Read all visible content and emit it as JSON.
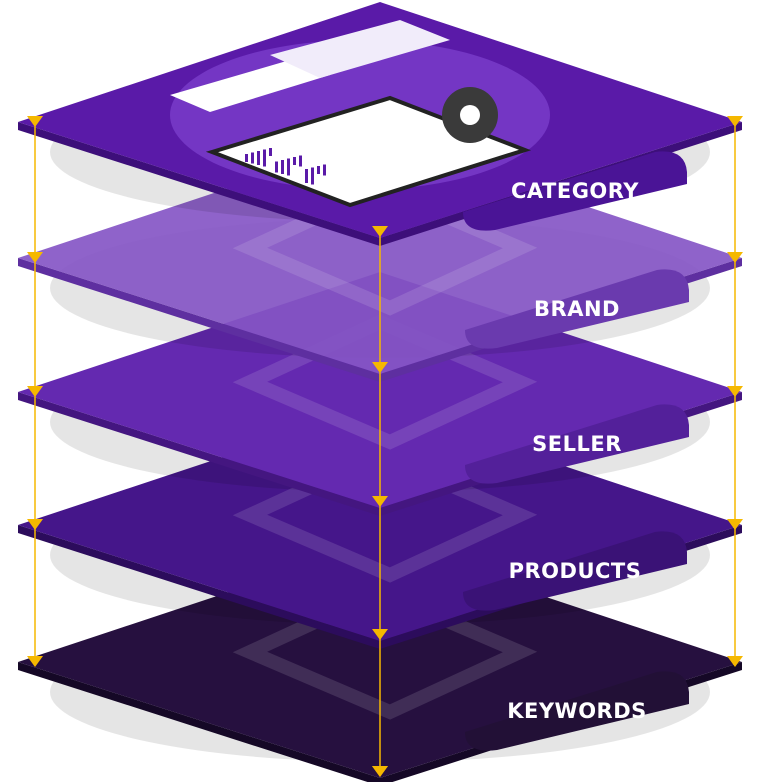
{
  "layers": [
    {
      "label": "CATEGORY",
      "color": "#5a1aa8",
      "edge": "#3d0f7a",
      "tab": "#4a1496"
    },
    {
      "label": "BRAND",
      "color": "#8556c6",
      "edge": "#5e2fa0",
      "tab": "#6a3aae"
    },
    {
      "label": "SELLER",
      "color": "#6429b0",
      "edge": "#441680",
      "tab": "#53209a"
    },
    {
      "label": "PRODUCTS",
      "color": "#45168a",
      "edge": "#2c0c5c",
      "tab": "#3a1276"
    },
    {
      "label": "KEYWORDS",
      "color": "#26103f",
      "edge": "#150826",
      "tab": "#221036"
    }
  ],
  "colors": {
    "arrow": "#f5b800"
  }
}
